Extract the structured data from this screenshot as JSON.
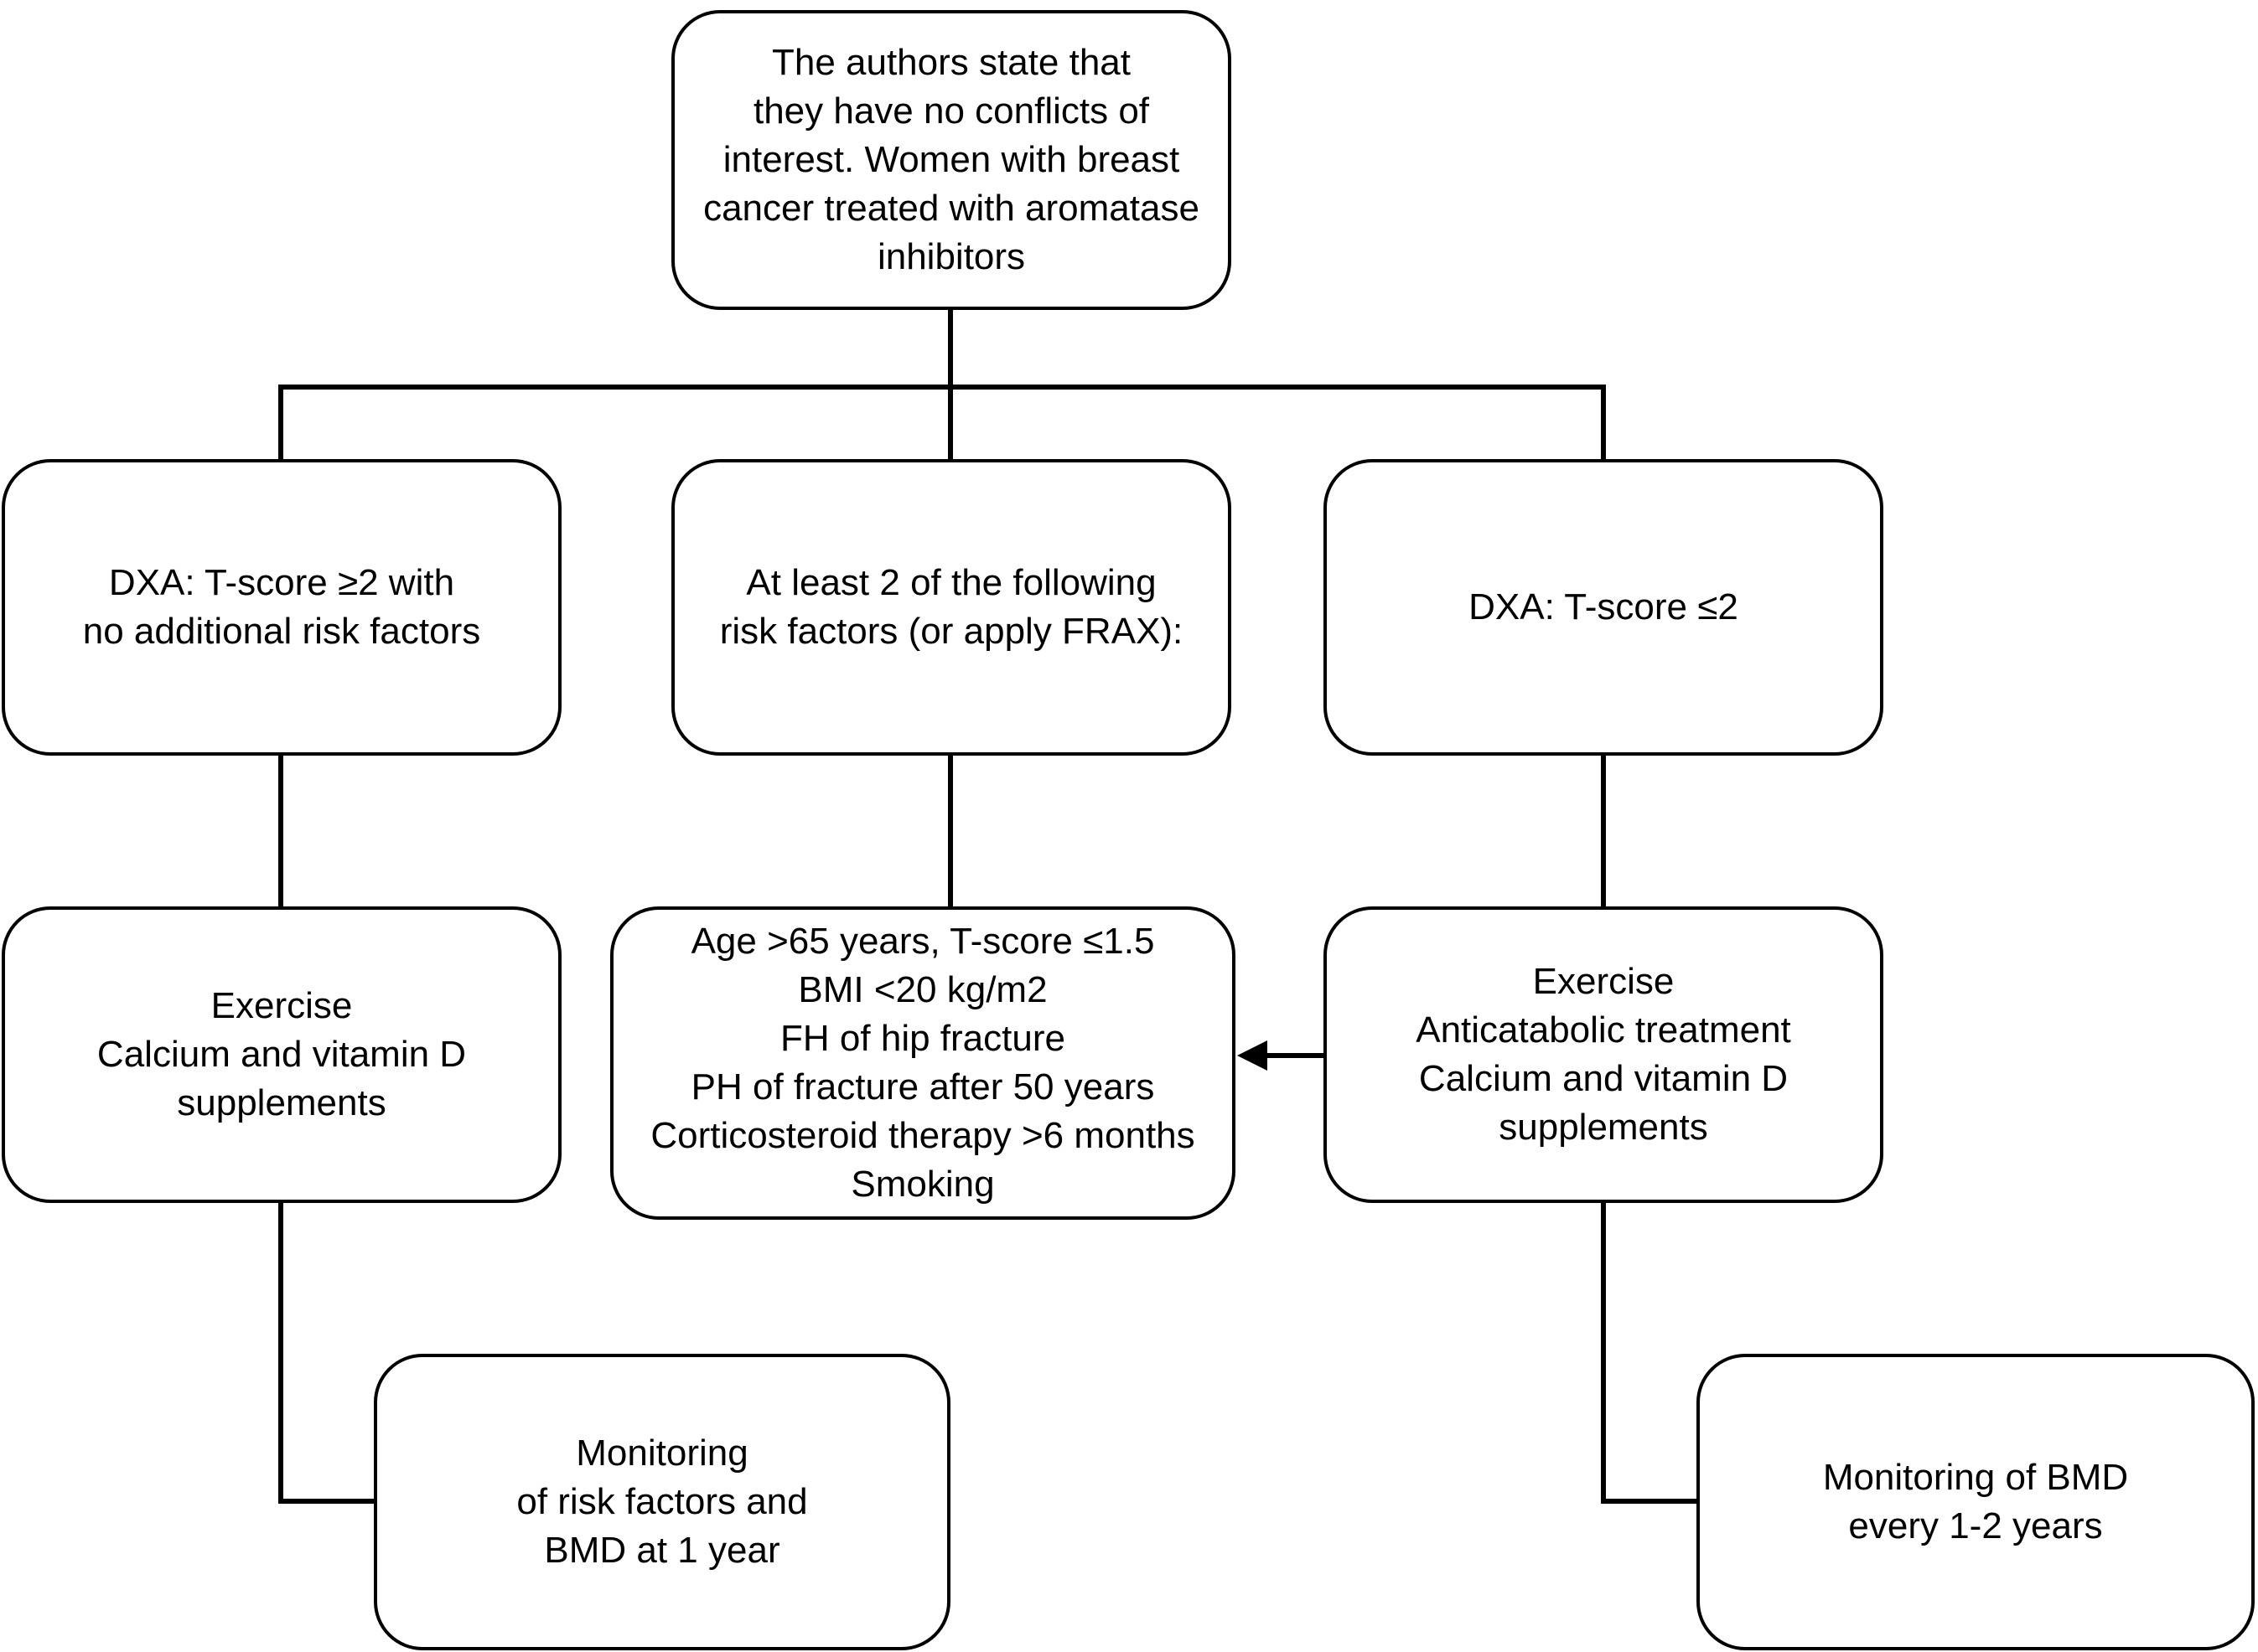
{
  "nodes": {
    "top": [
      "The authors state that",
      "they have no conflicts of",
      "interest. Women with breast",
      "cancer treated with aromatase",
      "inhibitors"
    ],
    "left": [
      "DXA: T-score ≥2 with",
      "no additional risk factors"
    ],
    "mid": [
      "At least 2 of the following",
      "risk factors (or apply FRAX):"
    ],
    "right": [
      "DXA: T-score ≤2"
    ],
    "exercise_left": [
      "Exercise",
      "Calcium and vitamin D",
      "supplements"
    ],
    "risk_factors": [
      "Age >65 years, T-score ≤1.5",
      "BMI <20 kg/m2",
      "FH of hip fracture",
      "PH of fracture after 50 years",
      "Corticosteroid therapy >6 months",
      "Smoking"
    ],
    "exercise_right": [
      "Exercise",
      "Anticatabolic treatment",
      "Calcium and vitamin D",
      "supplements"
    ],
    "monitoring_left": [
      "Monitoring",
      "of risk factors and",
      "BMD at 1 year"
    ],
    "monitoring_right": [
      "Monitoring of BMD",
      "every 1-2 years"
    ]
  }
}
